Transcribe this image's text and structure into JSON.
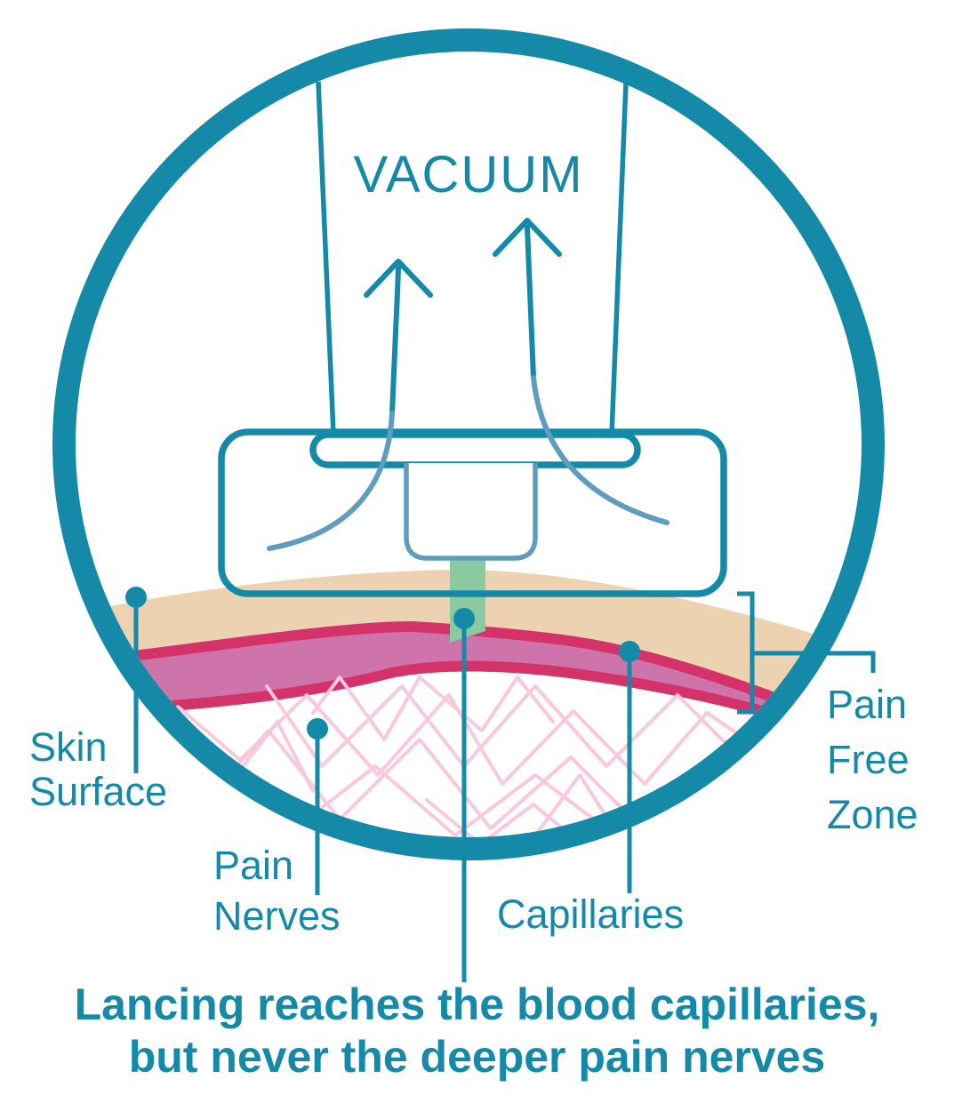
{
  "diagram": {
    "vacuum_label": "VACUUM",
    "skin_surface_label": "Skin\nSurface",
    "pain_nerves_label": "Pain\nNerves",
    "capillaries_label": "Capillaries",
    "pain_free_zone_label": "Pain\nFree\nZone",
    "caption": "Lancing reaches the blood capillaries,\nbut never the deeper pain nerves"
  },
  "colors": {
    "teal": "#1489a8",
    "light_blue": "#5f9dbf",
    "skin_tan": "#ecd2b0",
    "crimson": "#d4336a",
    "dermis_pink": "#cf74ab",
    "capillary_pink": "#f8c8dc",
    "lancet_green": "#8bc9a0",
    "background": "#ffffff"
  }
}
